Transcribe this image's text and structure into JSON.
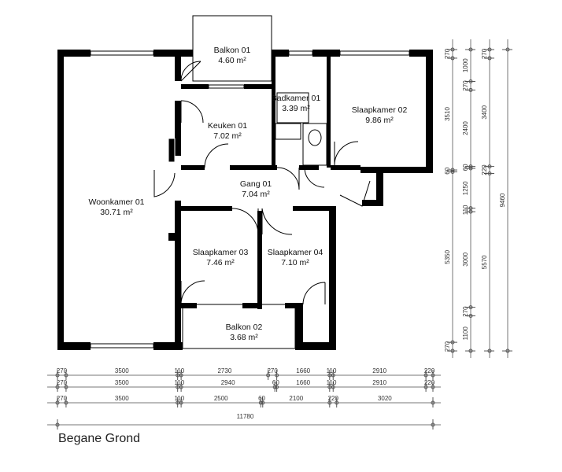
{
  "plan_title": "Begane Grond",
  "rooms": [
    {
      "name": "Balkon 01",
      "area": "4.60 m²"
    },
    {
      "name": "Badkamer 01",
      "area": "3.39 m²"
    },
    {
      "name": "Slaapkamer 02",
      "area": "9.86 m²"
    },
    {
      "name": "Keuken 01",
      "area": "7.02 m²"
    },
    {
      "name": "Woonkamer 01",
      "area": "30.71 m²"
    },
    {
      "name": "Gang 01",
      "area": "7.04 m²"
    },
    {
      "name": "Slaapkamer 03",
      "area": "7.46 m²"
    },
    {
      "name": "Slaapkamer 04",
      "area": "7.10 m²"
    },
    {
      "name": "Balkon 02",
      "area": "3.68 m²"
    }
  ],
  "dimensions": {
    "horizontal": [
      [
        270,
        3500,
        110,
        2730,
        270,
        1660,
        110,
        2910,
        220
      ],
      [
        270,
        3500,
        110,
        2940,
        60,
        1660,
        110,
        2910,
        220
      ],
      [
        270,
        3500,
        110,
        2500,
        60,
        2100,
        220,
        3020
      ],
      [
        11780
      ]
    ],
    "vertical": [
      [
        270,
        3510,
        60,
        5350,
        270
      ],
      [
        1000,
        270,
        2400,
        60,
        1250,
        110,
        3000,
        270,
        1100
      ],
      [
        270,
        3400,
        220,
        5570
      ],
      [
        9460
      ]
    ]
  }
}
